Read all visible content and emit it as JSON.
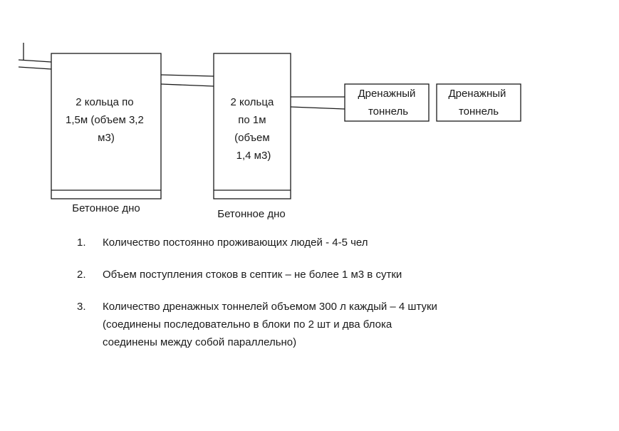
{
  "diagram": {
    "tank1": {
      "label_lines": [
        "2 кольца по",
        "1,5м (объем 3,2",
        "м3)"
      ],
      "base_caption": "Бетонное дно"
    },
    "tank2": {
      "label_lines": [
        "2 кольца",
        "по 1м",
        "(объем",
        "1,4 м3)"
      ],
      "base_caption": "Бетонное дно"
    },
    "tunnels": [
      {
        "label_lines": [
          "Дренажный",
          "тоннель"
        ]
      },
      {
        "label_lines": [
          "Дренажный",
          "тоннель"
        ]
      }
    ]
  },
  "notes": [
    {
      "number": "1.",
      "lines": [
        "Количество постоянно проживающих людей  -  4-5 чел"
      ]
    },
    {
      "number": "2.",
      "lines": [
        "Объем поступления стоков в септик – не более 1 м3 в сутки"
      ]
    },
    {
      "number": "3.",
      "lines": [
        "Количество дренажных тоннелей объемом 300 л каждый – 4 штуки",
        "(соединены последовательно  в блоки по 2 шт и два блока",
        "соединены между собой параллельно)"
      ]
    }
  ]
}
